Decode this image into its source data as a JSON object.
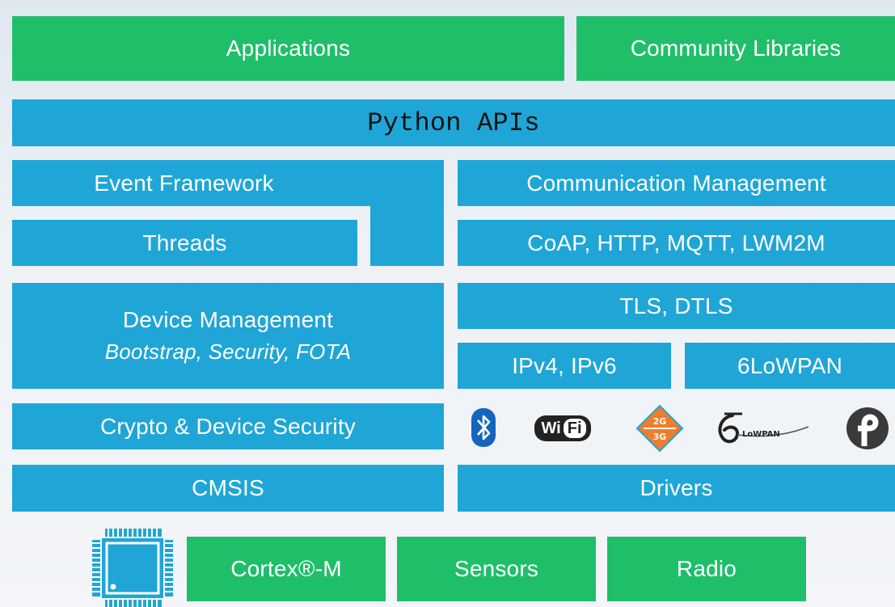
{
  "top": {
    "applications": "Applications",
    "community_libraries": "Community Libraries"
  },
  "python_apis": "Python APIs",
  "left": {
    "event_framework": "Event Framework",
    "threads": "Threads",
    "device_management": "Device Management",
    "device_management_sub": "Bootstrap, Security, FOTA",
    "crypto": "Crypto & Device Security",
    "cmsis": "CMSIS"
  },
  "right": {
    "communication_management": "Communication Management",
    "protocols": "CoAP, HTTP, MQTT, LWM2M",
    "tls": "TLS, DTLS",
    "ipv": "IPv4, IPv6",
    "lowpan": "6LoWPAN",
    "drivers": "Drivers"
  },
  "radio_logos": {
    "bluetooth": "bluetooth-icon",
    "wifi_left": "Wi",
    "wifi_right": "Fi",
    "cellular_top": "2G",
    "cellular_bottom": "3G",
    "sixlowpan_text": "LoWPAN",
    "thread": "thread-icon"
  },
  "hardware": {
    "chip": "chip-icon",
    "cortex": "Cortex®-M",
    "sensors": "Sensors",
    "radio": "Radio"
  },
  "colors": {
    "green": "#1fbf6a",
    "blue": "#1fa6d6",
    "text": "#ffffff"
  }
}
